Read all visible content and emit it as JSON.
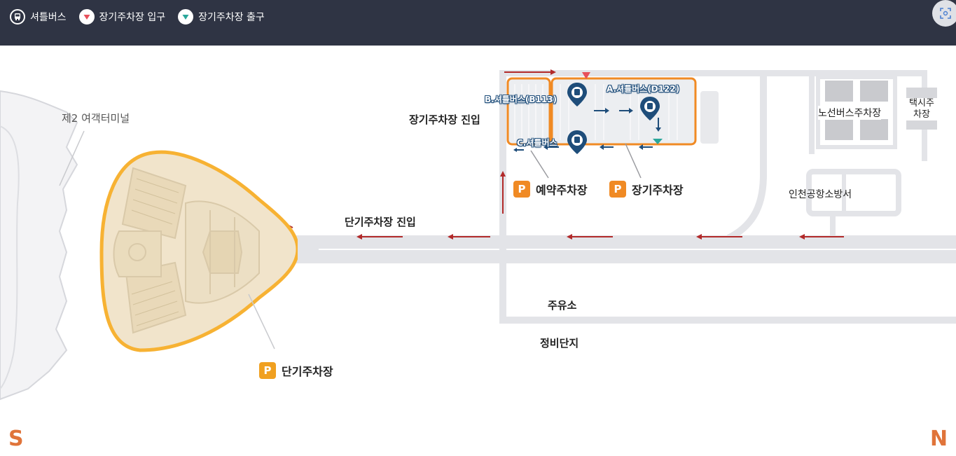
{
  "legend": {
    "shuttle": "셔틀버스",
    "entrance": "장기주차장 입구",
    "exit": "장기주차장 출구"
  },
  "icons": {
    "shuttle": "bus-circle-icon",
    "entrance": "red-down-triangle-icon",
    "exit": "green-down-triangle-icon",
    "corner": "screen-capture-icon"
  },
  "colors": {
    "topbar": "#2f3444",
    "road": "#e3e4e8",
    "arrow": "#b22a2a",
    "parking_orange": "#f08a24",
    "short_term_fill": "#f1e4cb",
    "short_term_border": "#f7b233",
    "bus_pin": "#1e4d7a",
    "compass": "#e0743a"
  },
  "map": {
    "terminal2": "제2 여객터미널",
    "long_term_entry": "장기주차장 진입",
    "short_term_entry": "단기주차장 진입",
    "gas_station": "주유소",
    "maintenance": "정비단지",
    "fire_station": "인천공항소방서",
    "bus_parking": "노선버스주차장",
    "taxi_parking": "택시주차장",
    "bus_a": "A.셔틀버스(D122)",
    "bus_b": "B.셔틀버스(B113)",
    "bus_c": "C.셔틀버스",
    "reserved_parking": "예약주차장",
    "long_term_parking": "장기주차장",
    "short_term_parking": "단기주차장",
    "parking_symbol": "P",
    "south": "S",
    "north": "N"
  }
}
